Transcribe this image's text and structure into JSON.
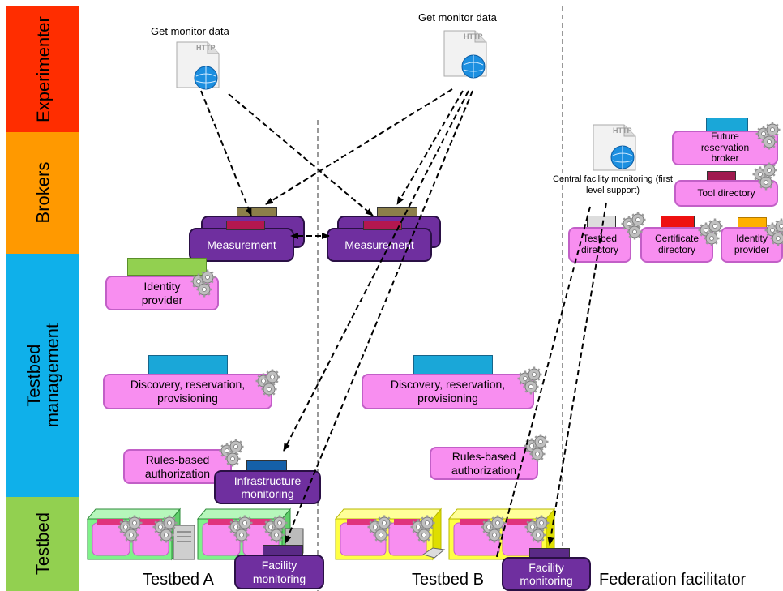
{
  "layers": [
    {
      "label": "Experimenter",
      "color": "#ff2d00"
    },
    {
      "label": "Brokers",
      "color": "#ff9900"
    },
    {
      "label": "Testbed management",
      "line1": "Testbed",
      "line2": "management",
      "color": "#0fb0ea"
    },
    {
      "label": "Testbed",
      "color": "#92d050"
    }
  ],
  "requests": {
    "left": "Get monitor data",
    "middle": "Get monitor data",
    "doc_badge": "HTTP"
  },
  "testbed_a": {
    "label": "Testbed A",
    "measurement": "Measurement",
    "identity_provider": "Identity provider",
    "discovery": "Discovery, reservation, provisioning",
    "rules": "Rules-based authorization",
    "infra_monitoring": "Infrastructure monitoring",
    "facility_monitoring": "Facility monitoring"
  },
  "testbed_b": {
    "label": "Testbed B",
    "measurement": "Measurement",
    "discovery": "Discovery, reservation, provisioning",
    "rules": "Rules-based authorization",
    "facility_monitoring": "Facility monitoring"
  },
  "federation": {
    "label": "Federation facilitator",
    "central_monitoring": "Central facility monitoring (first level support)",
    "future_broker": "Future reservation broker",
    "tool_directory": "Tool directory",
    "testbed_directory": "Testbed directory",
    "certificate_directory": "Certificate directory",
    "identity_provider": "Identity provider"
  },
  "colors": {
    "component_fill": "#f88ef0",
    "monitor_fill": "#6f2f9f",
    "testbed_a_box": "#7ff28a",
    "testbed_b_box": "#ffff44"
  }
}
